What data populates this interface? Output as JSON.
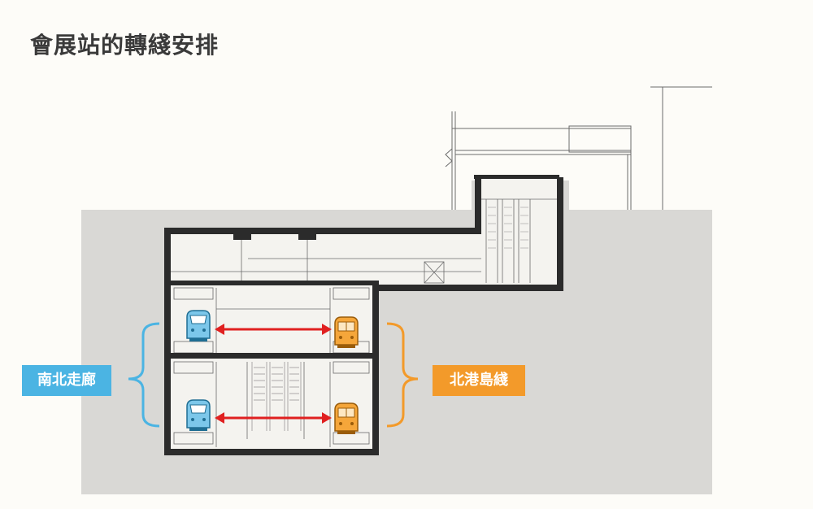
{
  "title": "會展站的轉綫安排",
  "labels": {
    "left_line": "南北走廊",
    "right_line": "北港島綫"
  },
  "colors": {
    "left_line": "#4bb4e3",
    "right_line": "#f39a2a",
    "arrow": "#e02020",
    "ground": "#d9d8d5",
    "wall": "#2b2b2b",
    "background": "#fdfcf8"
  },
  "icons": {
    "left_train": "train-front-icon",
    "right_train": "train-front-icon",
    "interchange_arrow": "double-arrow-icon",
    "bracket": "curly-brace-icon"
  }
}
